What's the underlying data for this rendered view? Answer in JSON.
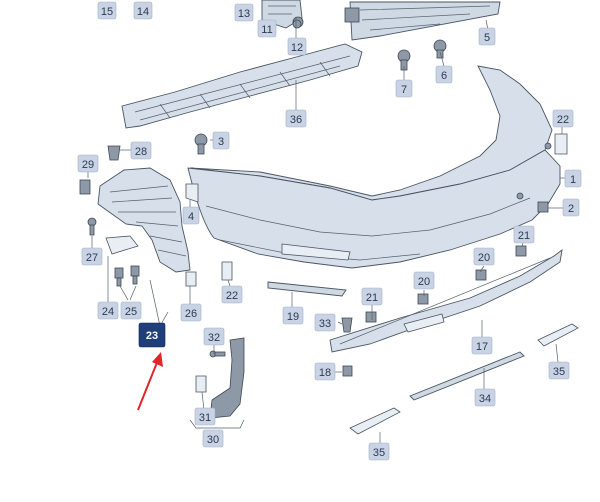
{
  "labels": {
    "l1": "1",
    "l2": "2",
    "l3": "3",
    "l4": "4",
    "l5": "5",
    "l6": "6",
    "l7": "7",
    "l11": "11",
    "l12": "12",
    "l13": "13",
    "l14": "14",
    "l15": "15",
    "l17": "17",
    "l18": "18",
    "l19": "19",
    "l20a": "20",
    "l20b": "20",
    "l21a": "21",
    "l21b": "21",
    "l22a": "22",
    "l22b": "22",
    "l23": "23",
    "l24": "24",
    "l25": "25",
    "l26": "26",
    "l27": "27",
    "l28": "28",
    "l29": "29",
    "l30": "30",
    "l31": "31",
    "l32": "32",
    "l33": "33",
    "l34": "34",
    "l35a": "35",
    "l35b": "35",
    "l36": "36"
  },
  "colors": {
    "callout_highlight": "#1f3f7a",
    "callout_default": "#c9d3e4",
    "arrow": "#e0262a"
  }
}
